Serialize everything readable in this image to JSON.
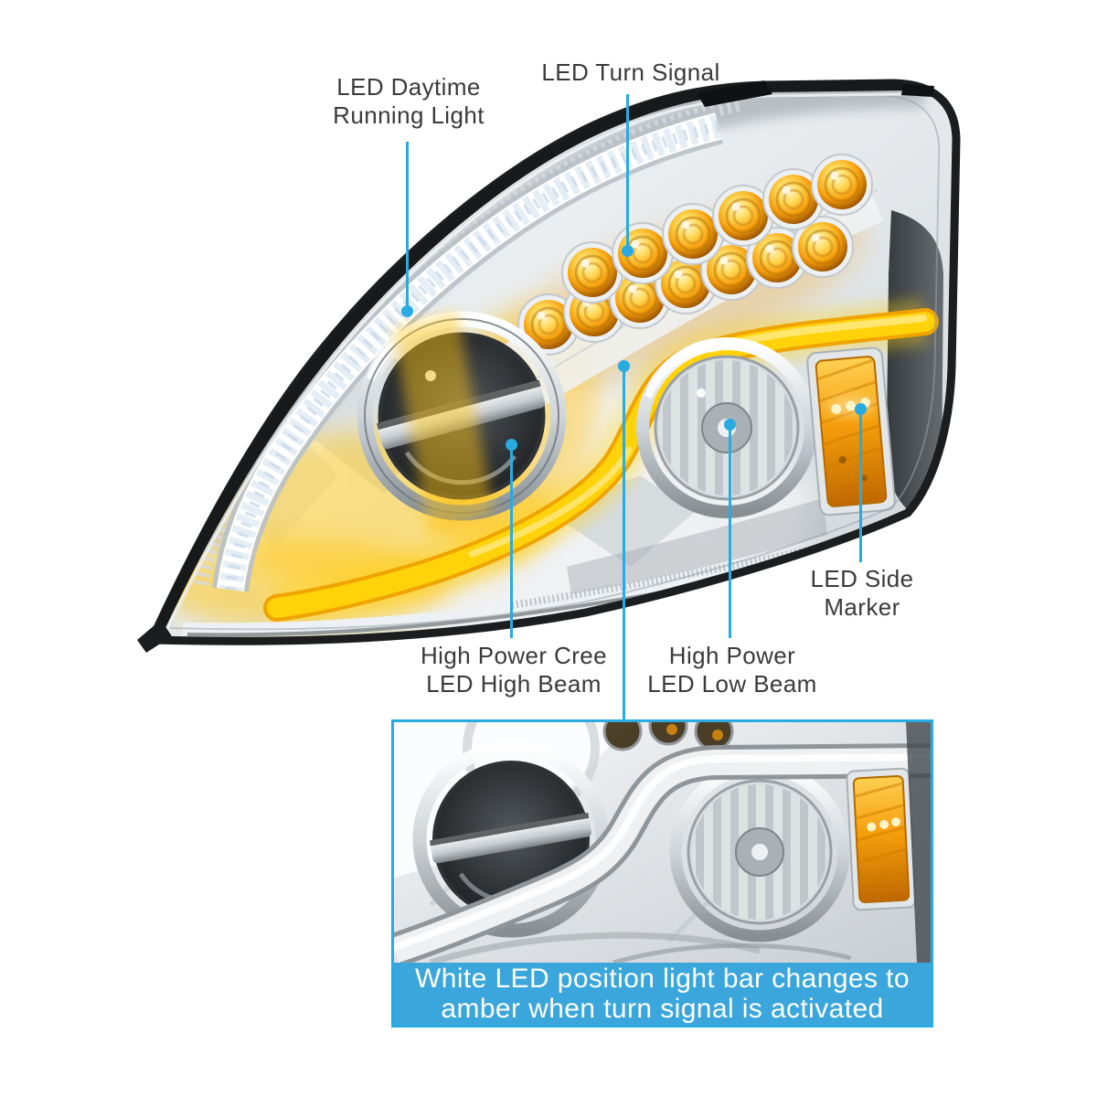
{
  "colors": {
    "accent": "#29ABE2",
    "banner": "#3AA6DB",
    "text": "#3A3A3A",
    "amber": "#F59E0B",
    "bar_yellow": "#FFD20A",
    "marker_amber": "#F08C00"
  },
  "labels": {
    "daytime_running_light": "LED Daytime\nRunning Light",
    "turn_signal": "LED Turn Signal",
    "side_marker": "LED Side\nMarker",
    "high_beam": "High Power Cree\nLED High Beam",
    "low_beam": "High Power\nLED Low Beam"
  },
  "inset": {
    "caption": "White LED position light bar changes to\namber when turn signal is activated"
  }
}
